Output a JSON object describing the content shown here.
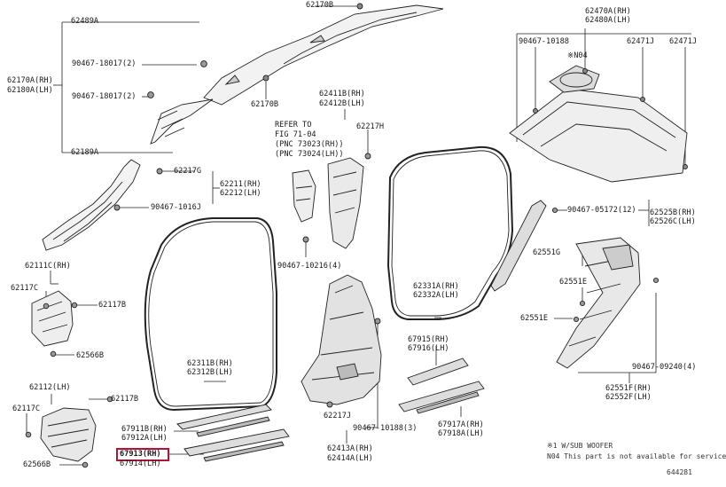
{
  "diagram": {
    "highlight_color": "#b0133a",
    "labels": {
      "p62170B_top": "62170B",
      "p62489A": "62489A",
      "p90467_18017_a": "90467-18017(2)",
      "p62170A": "62170A(RH)",
      "p62180A": "62180A(LH)",
      "p90467_18017_b": "90467-18017(2)",
      "p62170B_mid": "62170B",
      "p62189A": "62189A",
      "p62217G": "62217G",
      "p62211": "62211(RH)",
      "p62212": "62212(LH)",
      "p90467_10161": "90467-1016J",
      "p62111C": "62111C(RH)",
      "p62117C_a": "62117C",
      "p62117B_a": "62117B",
      "p62566B_a": "62566B",
      "p62112": "62112(LH)",
      "p62117B_b": "62117B",
      "p62117C_b": "62117C",
      "p62566B_b": "62566B",
      "p62311B": "62311B(RH)",
      "p62312B": "62312B(LH)",
      "p67911B": "67911B(RH)",
      "p67912A": "67912A(LH)",
      "p67913": "67913(RH)",
      "p67914": "67914(LH)",
      "p62411B": "62411B(RH)",
      "p62412B": "62412B(LH)",
      "refer1": "REFER TO",
      "refer2": "FIG 71-04",
      "refer3": "(PNC 73023(RH))",
      "refer4": "(PNC 73024(LH))",
      "p62217H": "62217H",
      "p90467_10216": "90467-10216(4)",
      "p62331A": "62331A(RH)",
      "p62332A": "62332A(LH)",
      "p67915": "67915(RH)",
      "p67916": "67916(LH)",
      "p62217J": "62217J",
      "p90467_10188_b": "90467-10188(3)",
      "p67917A": "67917A(RH)",
      "p67918A": "67918A(LH)",
      "p62413A": "62413A(RH)",
      "p62414A": "62414A(LH)",
      "p62470A": "62470A(RH)",
      "p62480A": "62480A(LH)",
      "p90467_10188_a": "90467-10188",
      "p62471J_a": "62471J",
      "p62471J_b": "62471J",
      "n04": "※N04",
      "p90467_05172": "90467-05172(12)",
      "p62525B": "62525B(RH)",
      "p62526C": "62526C(LH)",
      "p62551G": "62551G",
      "p62551E_a": "62551E",
      "p62551E_b": "62551E",
      "p90467_09240": "90467-09240(4)",
      "p62551F": "62551F(RH)",
      "p62552F": "62552F(LH)"
    },
    "footnotes": {
      "note1": "※1 W/SUB WOOFER",
      "note2": "N04  This part is not available for service",
      "figure_code": "644281"
    }
  }
}
